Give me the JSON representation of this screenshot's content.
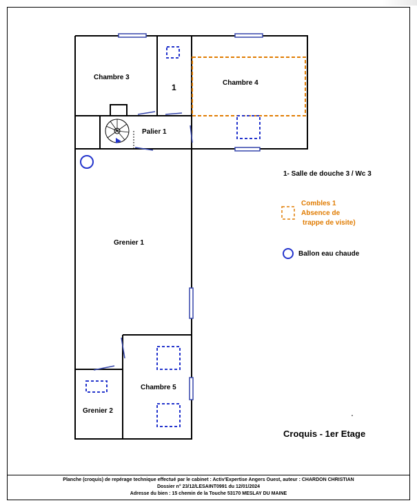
{
  "rooms": {
    "chambre3": "Chambre 3",
    "wc_number": "1",
    "chambre4": "Chambre 4",
    "palier1": "Palier 1",
    "grenier1": "Grenier 1",
    "chambre5": "Chambre 5",
    "grenier2": "Grenier 2"
  },
  "legend": {
    "item1": "1- Salle de douche 3 / Wc 3",
    "combles_line1": "Combles 1",
    "combles_line2": "Absence de",
    "combles_line3": "trappe de visite)",
    "ballon": "Ballon eau chaude"
  },
  "caption": "Croquis - 1er Etage",
  "footer": {
    "line1": "Planche (croquis) de repérage technique effectué par le cabinet : Activ'Expertise Angers Ouest, auteur : CHARDON CHRISTIAN",
    "line2": "Dossier n° 23/12/LESAINT0991 du 12/01/2024",
    "line3": "Adresse du bien : 15 chemin de la Touche  53170 MESLAY DU MAINE"
  },
  "colors": {
    "wall": "#000000",
    "window": "#3344aa",
    "blue_marker": "#2233cc",
    "orange": "#e07b00"
  },
  "icons": {
    "stair": "spiral-staircase-icon",
    "chimney": "chimney-icon",
    "ballon": "water-heater-icon"
  }
}
